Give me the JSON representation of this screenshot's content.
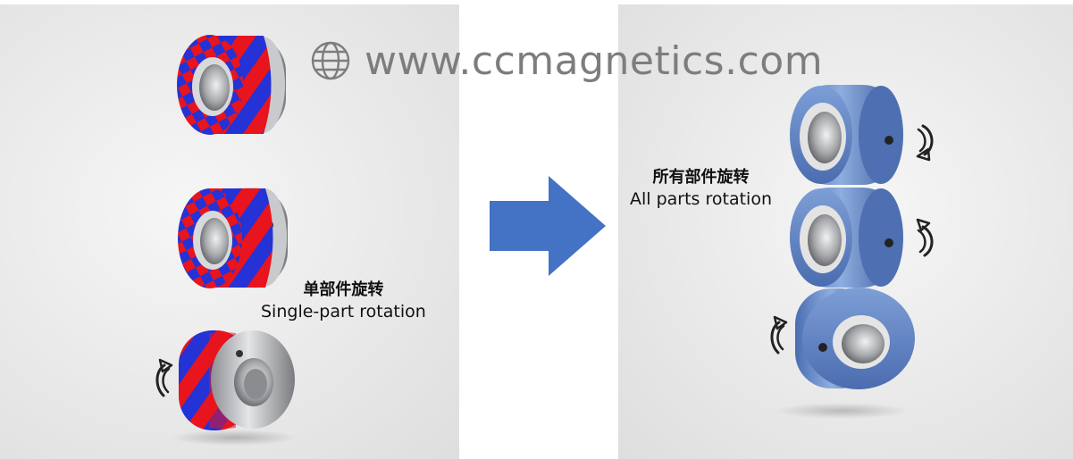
{
  "labels": {
    "single_zh": "单部件旋转",
    "single_en": "Single-part rotation",
    "all_zh": "所有部件旋转",
    "all_en": "All parts rotation"
  },
  "watermark": {
    "url": "www.ccmagnetics.com",
    "icon": "globe-icon"
  },
  "colors": {
    "magnet_red": "#e8141e",
    "magnet_blue": "#2432d6",
    "coated_blue": "#5b7ec0",
    "arrow_blue": "#4472c4",
    "steel": "#b8babd"
  },
  "icons": [
    "globe-icon",
    "rotate-arrow-icon",
    "right-arrow-icon"
  ]
}
